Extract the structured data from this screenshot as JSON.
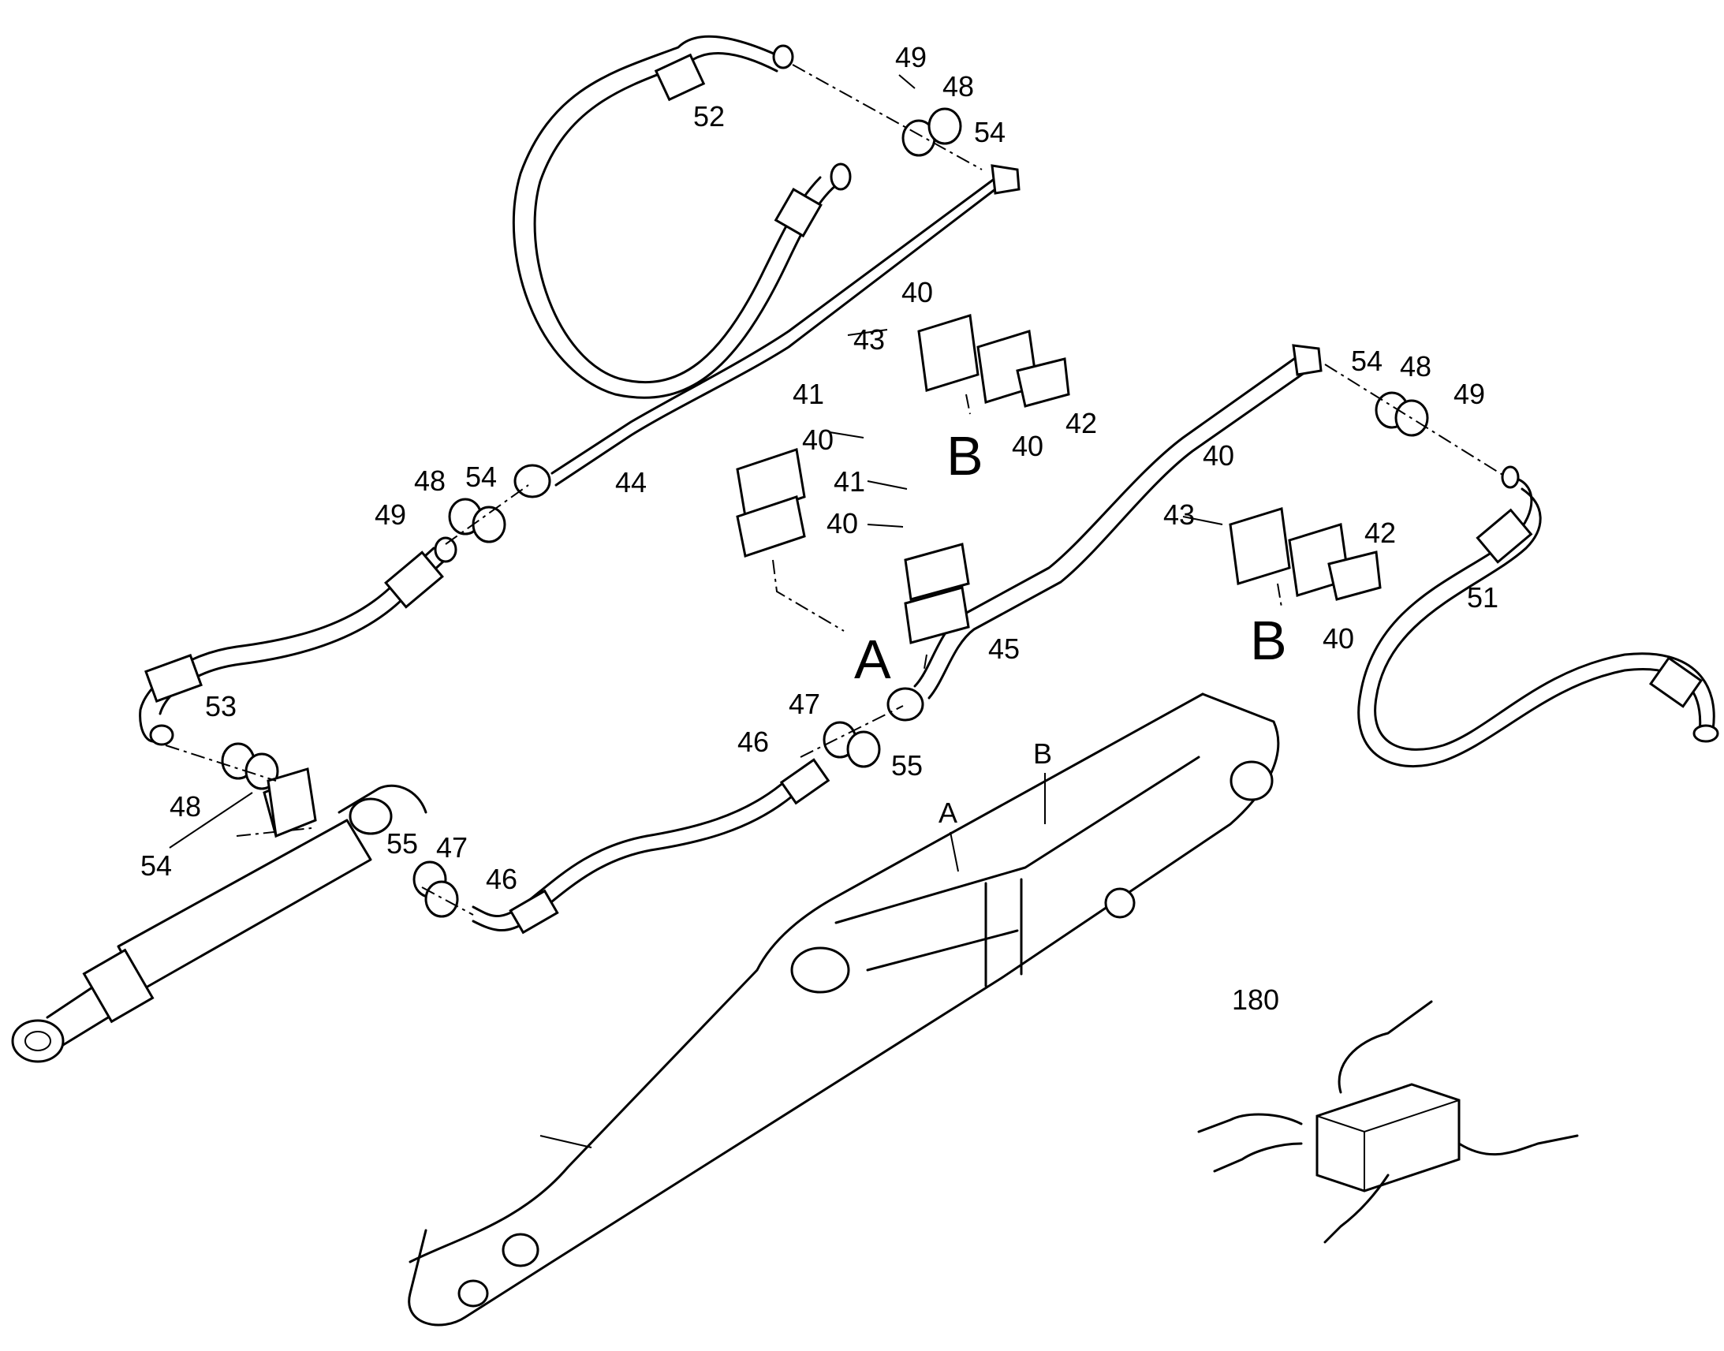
{
  "labels": {
    "n52": "52",
    "n49a": "49",
    "n48a": "48",
    "n54a": "54",
    "n40a": "40",
    "n43a": "43",
    "n40b": "40",
    "n42a": "42",
    "Ba": "B",
    "n41a": "41",
    "n40c": "40",
    "n48b": "48",
    "n54b": "54",
    "n44": "44",
    "n49b": "49",
    "n41b": "41",
    "n40d": "40",
    "Aa": "A",
    "n54c": "54",
    "n48c": "48",
    "n49c": "49",
    "n40e": "40",
    "n43b": "43",
    "n42b": "42",
    "n51": "51",
    "n45": "45",
    "Bb": "B",
    "n40f": "40",
    "n53": "53",
    "n48d": "48",
    "n54d": "54",
    "n47a": "47",
    "n46a": "46",
    "n55a": "55",
    "n55b": "55",
    "n47b": "47",
    "n46b": "46",
    "Ab": "A",
    "Bc": "B",
    "n180": "180"
  }
}
